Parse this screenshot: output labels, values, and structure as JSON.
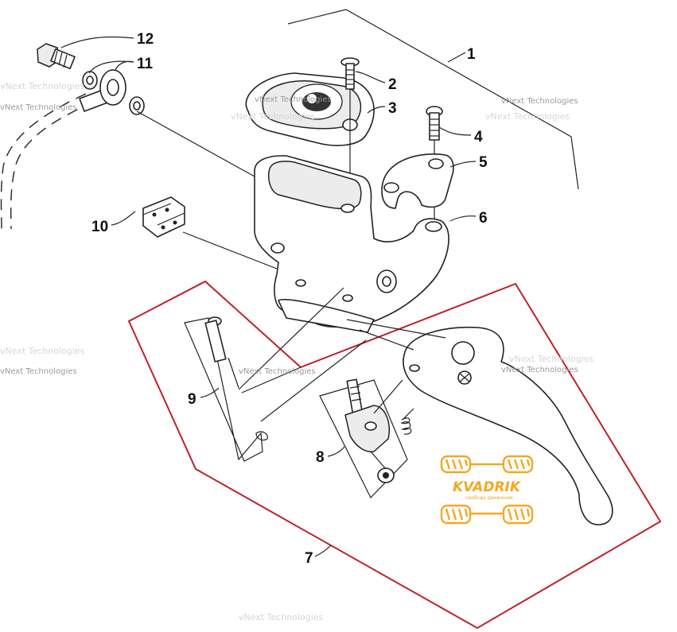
{
  "callouts": [
    "1",
    "2",
    "3",
    "4",
    "5",
    "6",
    "7",
    "8",
    "9",
    "10",
    "11",
    "12"
  ],
  "watermark_text": "vNext Technologies",
  "logo": {
    "word": "KVADRIK",
    "tagline": "свобода движения",
    "color": "#f4a722"
  },
  "colors": {
    "outline": "#c0202a",
    "ink": "#222222"
  }
}
